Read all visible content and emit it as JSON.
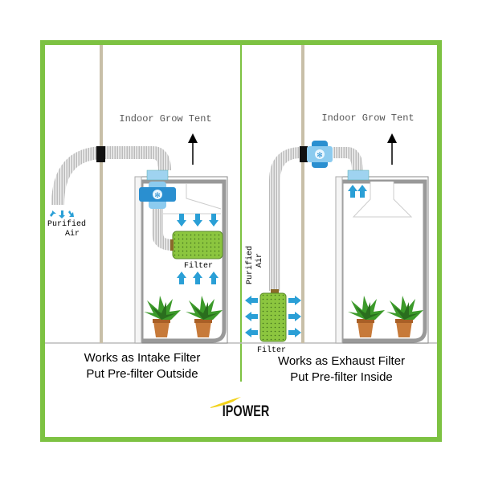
{
  "left_panel": {
    "label_tent": "Indoor Grow Tent",
    "label_purified_1": "Purified",
    "label_purified_2": "Air",
    "label_filter": "Filter",
    "caption_1": "Works as Intake Filter",
    "caption_2": "Put Pre-filter Outside"
  },
  "right_panel": {
    "label_tent": "Indoor Grow Tent",
    "label_purified_1": "Purified",
    "label_purified_2": "Air",
    "label_filter": "Filter",
    "caption_1": "Works as Exhaust Filter",
    "caption_2": "Put Pre-filter Inside"
  },
  "logo": {
    "text": "IPOWER"
  },
  "colors": {
    "frame": "#7dc242",
    "arrow": "#2a9fd6",
    "filter": "#8cc63f",
    "wall": "#c8bfa8",
    "fan": "#2a8fd0"
  }
}
